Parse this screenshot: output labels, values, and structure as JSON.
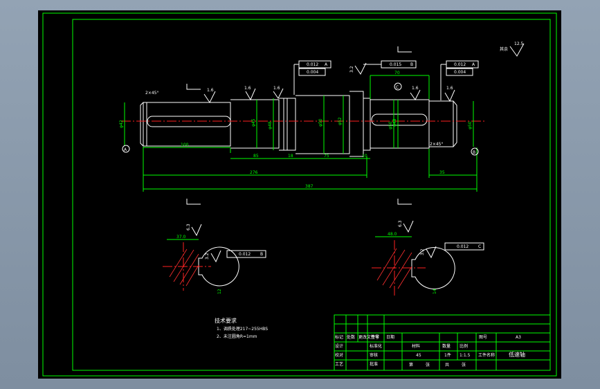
{
  "colors": {
    "outline": "#00ff00",
    "geometry": "#ffffff",
    "centerline": "#ff2020",
    "background": "#000000"
  },
  "roughness": {
    "other": "其余",
    "other_value": "12.5",
    "r1": "1.6",
    "r2": "1.6",
    "r3": "1.6",
    "r4": "1.6",
    "r5": "1.6",
    "r6": "3.2",
    "kw1": "6.3",
    "kw1b": "3.2",
    "kw2": "6.3",
    "kw2b": "3.2"
  },
  "dims": {
    "chamfer_left": "2×45°",
    "chamfer_right": "2×45°",
    "len100": "100",
    "len85": "85",
    "len18": "18",
    "len75": "75",
    "len10": "10",
    "len70": "70",
    "len276": "276",
    "len387": "387",
    "len35": "35",
    "dia1": "φ42",
    "dia2": "φ45",
    "dia3": "φ48",
    "dia4": "φ50",
    "dia5": "φ52",
    "dia6": "φ50",
    "dia7": "φ48",
    "dia8": "φ50",
    "kw_depth1": "37.0",
    "kw_width1": "12",
    "kw_depth2": "48.0",
    "kw_width2": "14"
  },
  "tolerances": {
    "t1a": "0.012",
    "t1b": "0.004",
    "t2": "0.015",
    "t3a": "0.012",
    "t3b": "0.004",
    "t4": "0.012",
    "t5": "0.012"
  },
  "datums": {
    "a": "A",
    "b": "B",
    "c": "C"
  },
  "tech_notes": {
    "title": "技术要求",
    "line1": "1、调质处理217~255HBS",
    "line2": "2、未注圆角R=1mm"
  },
  "title_block": {
    "mark": "标记",
    "count": "处数",
    "change_doc": "更改文件号",
    "sign": "签字",
    "date": "日期",
    "design": "设计",
    "standard": "标准化",
    "proofread": "校对",
    "craft": "工艺",
    "review": "审核",
    "approve": "批准",
    "material": "材料",
    "material_value": "45",
    "quantity": "数量",
    "quantity_value": "1件",
    "scale": "比例",
    "scale_value": "1:1.5",
    "sheet": "第",
    "sheet2": "张",
    "total": "共",
    "total2": "张",
    "drawing_no": "图号",
    "drawing_no_value": "A3",
    "work_name": "工件名称",
    "part_name": "低速轴"
  }
}
